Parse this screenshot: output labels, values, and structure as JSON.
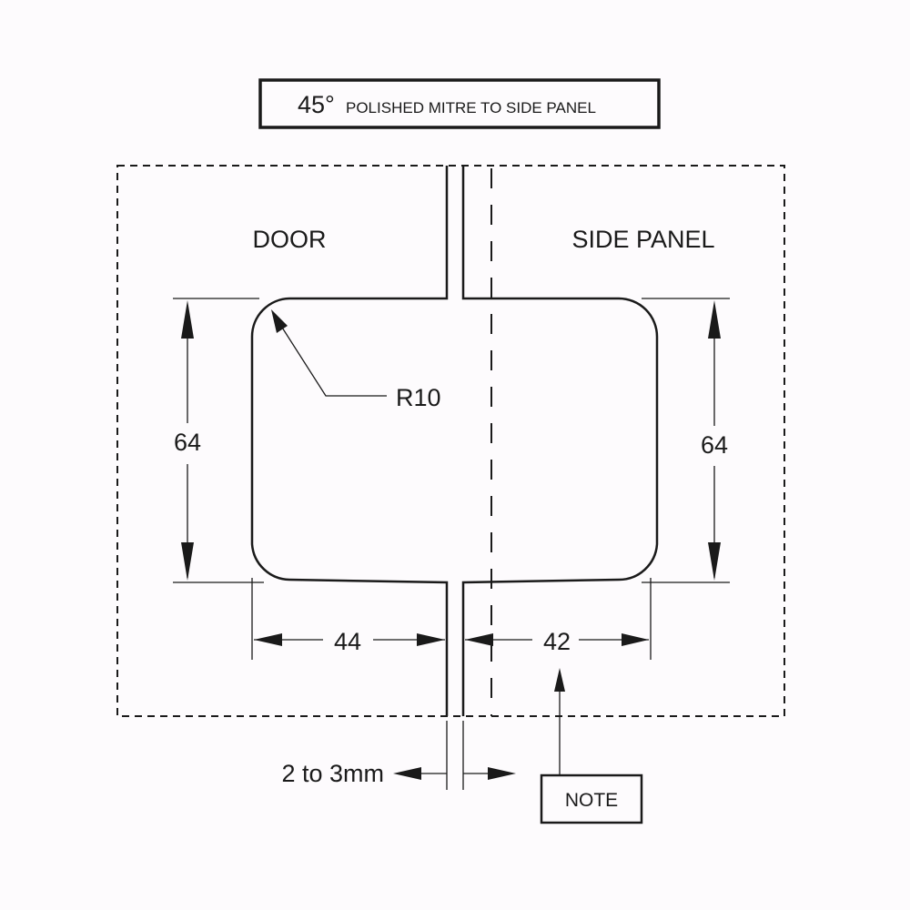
{
  "title_box": {
    "degree": "45°",
    "text": "POLISHED MITRE TO SIDE PANEL"
  },
  "labels": {
    "door": "DOOR",
    "side_panel": "SIDE PANEL",
    "radius": "R10"
  },
  "dimensions": {
    "left_height": "64",
    "right_height": "64",
    "door_width": "44",
    "panel_width": "42",
    "gap": "2 to 3mm"
  },
  "note": "NOTE"
}
